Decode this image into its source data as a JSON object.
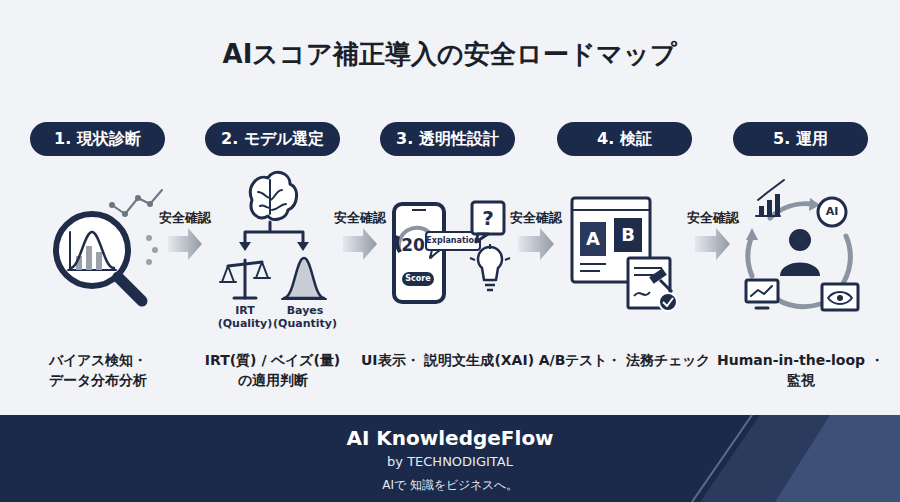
{
  "diagram": {
    "title": "AIスコア補正導入の安全ロードマップ",
    "nodes": [
      {
        "text": [
          "1. 現状診断",
          "バイアス検知・ データ分布分析"
        ]
      },
      {
        "text": [
          "2. モデル選定",
          "IRT(質) / ベイズ(量) の適用判断"
        ]
      },
      {
        "text": [
          "3. 透明性設計",
          "UI表示・ 説明文生成(XAI)"
        ]
      },
      {
        "text": [
          "4. 検証",
          "A/Bテスト・ 法務チェック"
        ]
      },
      {
        "text": [
          "5. 運用",
          "Human-in-the-loop ・監視"
        ]
      }
    ],
    "edges": [
      {
        "from": 0,
        "to": 1,
        "label": "安全確認",
        "arrow": "to"
      },
      {
        "from": 1,
        "to": 2,
        "label": "安全確認",
        "arrow": "to"
      },
      {
        "from": 2,
        "to": 3,
        "label": "安全確認",
        "arrow": "to"
      },
      {
        "from": 3,
        "to": 4,
        "label": "安全確認",
        "arrow": "to"
      }
    ],
    "labels": [
      "IRT (Quality)",
      "Bayes (Quantity)",
      "20",
      "Explanation",
      "Score",
      "?",
      "A",
      "B",
      "AI",
      "AI KnowledgeFlow",
      "by TECHNODIGITAL",
      "AIで 知識をビジネスへ。"
    ]
  }
}
